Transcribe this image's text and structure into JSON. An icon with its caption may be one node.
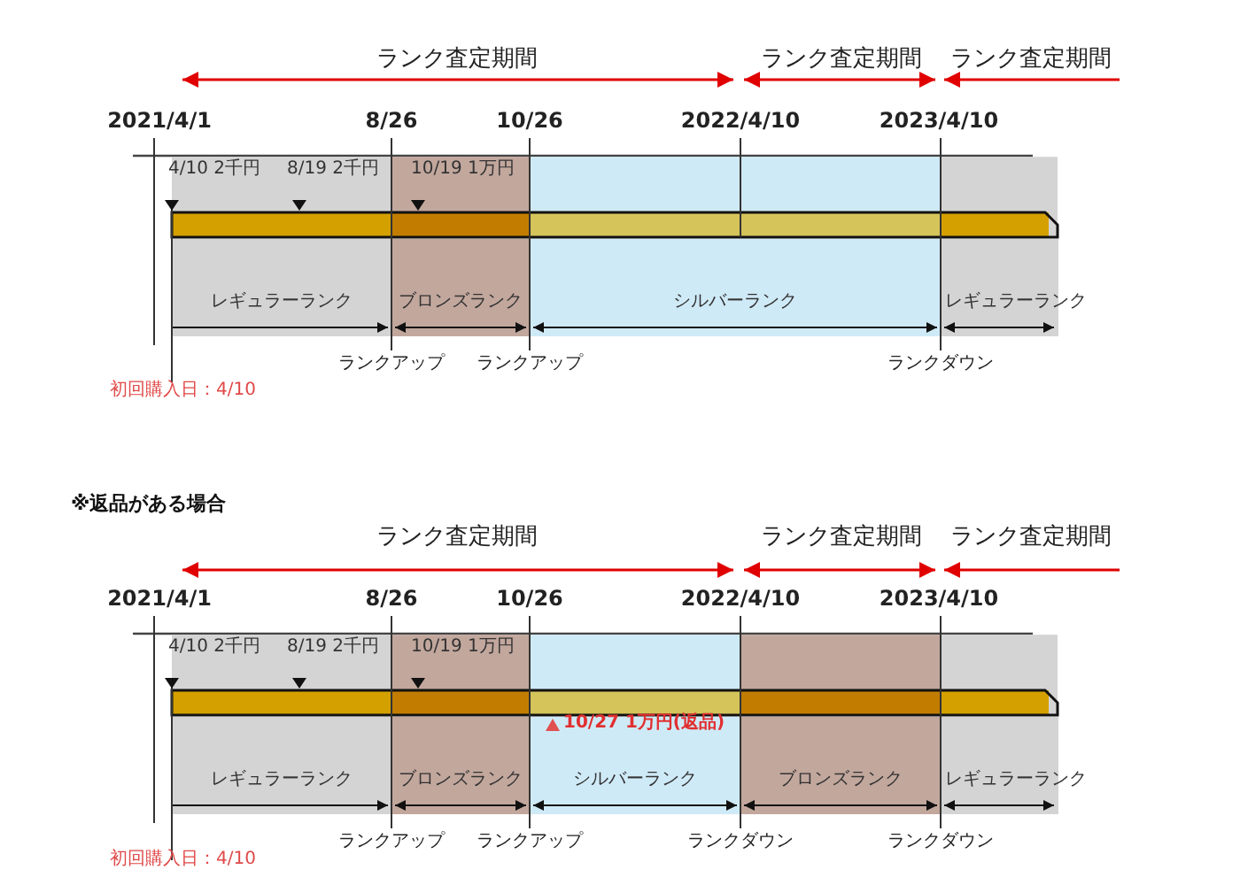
{
  "diagram": {
    "nodes": [
      {
        "text": [
          "レギュラーランク"
        ]
      },
      {
        "text": [
          "ブロンズランク"
        ]
      },
      {
        "text": [
          "シルバーランク"
        ]
      },
      {
        "text": [
          "レギュラーランク"
        ]
      },
      {
        "text": [
          "レギュラーランク"
        ]
      },
      {
        "text": [
          "ブロンズランク"
        ]
      },
      {
        "text": [
          "シルバーランク"
        ]
      },
      {
        "text": [
          "ブロンズランク"
        ]
      },
      {
        "text": [
          "レギュラーランク"
        ]
      }
    ],
    "labels": [
      "ランク査定期間",
      "ランク査定期間",
      "ランク査定期間",
      "2021/4/1",
      "8/26",
      "10/26",
      "2022/4/10",
      "2023/4/10",
      "4/10 2千円",
      "8/19 2千円",
      "10/19 1万円",
      "ランクアップ",
      "ランクアップ",
      "ランクダウン",
      "初回購入日：4/10",
      "※返品がある場合",
      "ランク査定期間",
      "ランク査定期間",
      "ランク査定期間",
      "2021/4/1",
      "8/26",
      "10/26",
      "2022/4/10",
      "2023/4/10",
      "4/10 2千円",
      "8/19 2千円",
      "10/19 1万円",
      "10/27 1万円(返品)",
      "ランクアップ",
      "ランクアップ",
      "ランクダウン",
      "ランクダウン",
      "初回購入日：4/10"
    ]
  }
}
